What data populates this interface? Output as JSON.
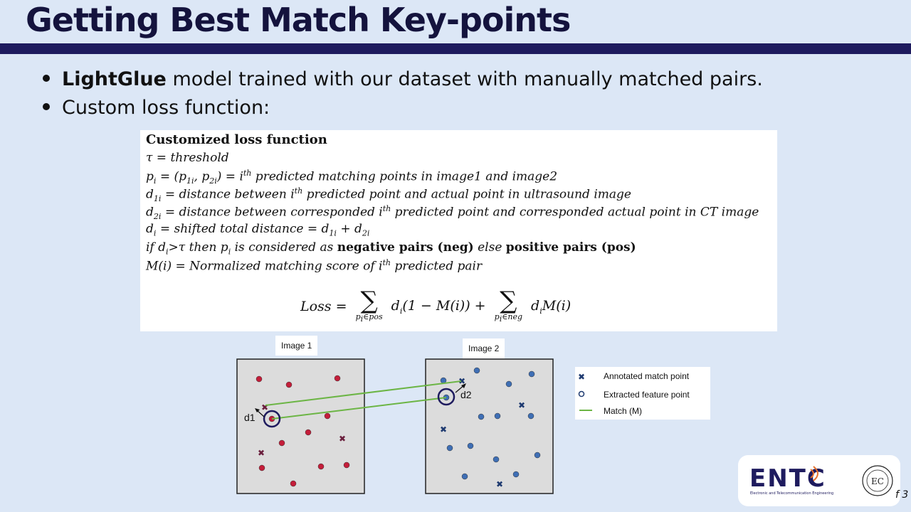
{
  "slide": {
    "title": "Getting Best Match Key-points",
    "bullets": [
      {
        "bold": "LightGlue",
        "rest": " model trained with our dataset with manually matched pairs."
      },
      {
        "bold": "",
        "rest": "Custom loss function:"
      }
    ],
    "page_fragment": "f 3"
  },
  "loss_box": {
    "heading": "Customized loss function",
    "tau_line": "τ = threshold",
    "p_line_a": "p",
    "p_line_b": "i",
    "p_line_c": " = (p",
    "p_line_d": "1i",
    "p_line_e": ", p",
    "p_line_f": "2i",
    "p_line_g": ") = i",
    "p_line_h": "th",
    "p_line_i": " predicted matching points in image1 and image2",
    "d1_a": "d",
    "d1_b": "1i",
    "d1_c": " = distance between i",
    "d1_d": "th",
    "d1_e": " predicted point and actual point in ultrasound image",
    "d2_a": "d",
    "d2_b": "2i",
    "d2_c": " = distance between corresponded i",
    "d2_d": "th",
    "d2_e": " predicted point and corresponded actual point in CT image",
    "di_a": "d",
    "di_b": "i",
    "di_c": " = shifted total distance = d",
    "di_d": "1i",
    "di_e": " + d",
    "di_f": "2i",
    "if_a": "if d",
    "if_b": "i",
    "if_c": ">τ then p",
    "if_d": "i",
    "if_e": " is considered as ",
    "if_neg": "negative pairs (neg)",
    "if_f": " else ",
    "if_pos": "positive pairs (pos)",
    "m_a": "M(i) = Normalized matching score of i",
    "m_b": "th",
    "m_c": " predicted pair",
    "eq_loss": "Loss =",
    "eq_sigma": "∑",
    "eq_lim1": "p",
    "eq_lim1_sub": "i",
    "eq_lim1_rest": "∈pos",
    "eq_term1_a": "d",
    "eq_term1_b": "i",
    "eq_term1_c": "(1 − M(i)) +",
    "eq_lim2": "p",
    "eq_lim2_sub": "i",
    "eq_lim2_rest": "∈neg",
    "eq_term2_a": "d",
    "eq_term2_b": "i",
    "eq_term2_c": "M(i)"
  },
  "diagram": {
    "image1_label": "Image 1",
    "image2_label": "Image 2",
    "d1_label": "d1",
    "d2_label": "d2",
    "legend": {
      "annotated": "Annotated match point",
      "extracted": "Extracted feature point",
      "match": "Match (M)"
    },
    "colors": {
      "image1_point": "#c41e3a",
      "image2_point": "#3f6fb5",
      "annotated": "#6a1f3d",
      "match_line": "#6cb545",
      "circle": "#1e1b5e"
    }
  },
  "logo": {
    "text": "ENTC",
    "subtext": "Electronic and Telecommunication Engineering",
    "seal_text": "EC",
    "brand_color": "#1e1b5e",
    "accent": "#e8702a"
  }
}
